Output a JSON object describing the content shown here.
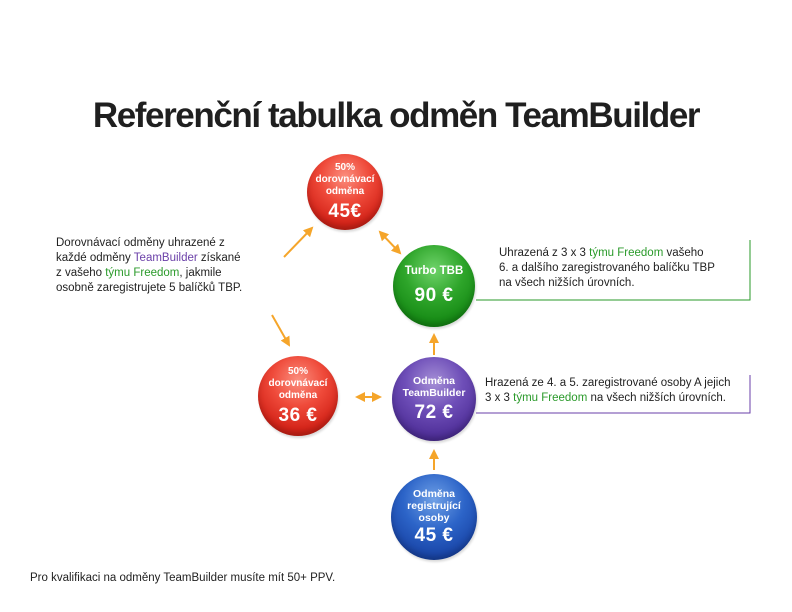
{
  "title": "Referenční tabulka odměn TeamBuilder",
  "nodes": {
    "top_red": {
      "line1": "50%",
      "line2": "dorovnávací",
      "line3": "odměna",
      "amount": "45€"
    },
    "turbo": {
      "label": "Turbo TBB",
      "amount": "90 €"
    },
    "left_red": {
      "line1": "50%",
      "line2": "dorovnávací",
      "line3": "odměna",
      "amount": "36 €"
    },
    "purple": {
      "line1": "Odměna",
      "line2": "TeamBuilder",
      "amount": "72 €"
    },
    "blue": {
      "line1": "Odměna",
      "line2": "registrující",
      "line3": "osoby",
      "amount": "45 €"
    }
  },
  "left_note": {
    "p1": "Dorovnávací odměny uhrazené z",
    "p2": "každé odměny ",
    "p2_hl": "TeamBuilder",
    "p2_end": " získané",
    "p3": "z vašeho ",
    "p3_hl": "týmu Freedom",
    "p3_end": ", jakmile",
    "p4": "osobně zaregistrujete 5 balíčků TBP."
  },
  "turbo_note": {
    "p1": "Uhrazená z 3 x 3 ",
    "p1_hl": "týmu Freedom",
    "p1_end": " vašeho",
    "p2": "6. a dalšího zaregistrovaného balíčku TBP",
    "p3": "na všech nižších úrovních."
  },
  "purple_note": {
    "p1": "Hrazená ze 4. a 5. zaregistrované osoby A jejich",
    "p2": "3 x 3 ",
    "p2_hl": "týmu Freedom",
    "p2_end": " na všech nižších úrovních."
  },
  "footer": "Pro kvalifikaci na odměny TeamBuilder musíte mít 50+ PPV.",
  "colors": {
    "arrow": "#f5a52a",
    "green_line": "#2a9a2a",
    "purple_line": "#6a3fa8"
  }
}
